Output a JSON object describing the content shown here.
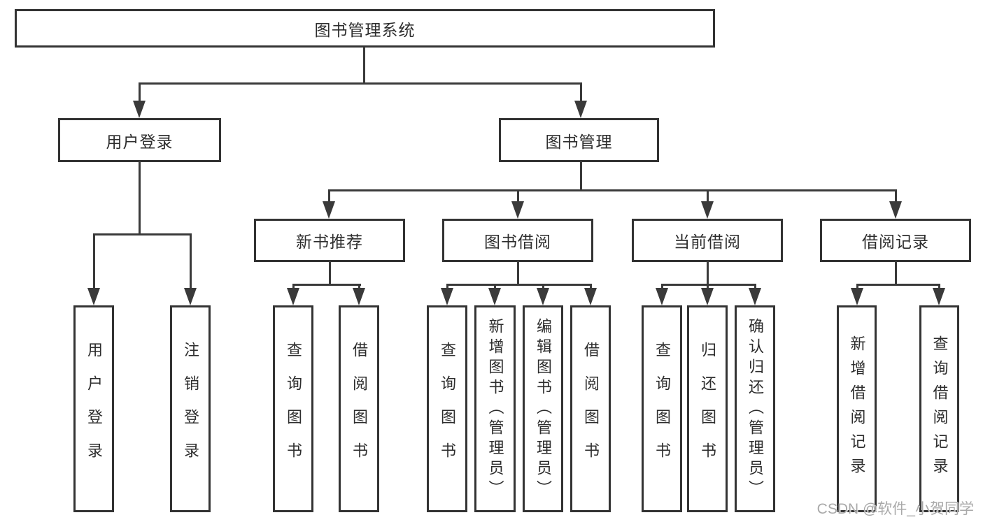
{
  "tree": {
    "root": "图书管理系统",
    "children": [
      {
        "label": "用户登录",
        "children": [
          "用户登录",
          "注销登录"
        ]
      },
      {
        "label": "图书管理",
        "children": [
          {
            "label": "新书推荐",
            "children": [
              "查询图书",
              "借阅图书"
            ]
          },
          {
            "label": "图书借阅",
            "children": [
              "查询图书",
              "新增图书（管理员）",
              "编辑图书（管理员）",
              "借阅图书"
            ]
          },
          {
            "label": "当前借阅",
            "children": [
              "查询图书",
              "归还图书",
              "确认归还（管理员）"
            ]
          },
          {
            "label": "借阅记录",
            "children": [
              "新增借阅记录",
              "查询借阅记录"
            ]
          }
        ]
      }
    ]
  },
  "watermark": "CSDN @软件_小贺同学",
  "colors": {
    "line": "#3a3a3a",
    "box_border": "#333333",
    "text": "#2d2d2d",
    "background": "#ffffff",
    "watermark": "#a9a9a9"
  }
}
